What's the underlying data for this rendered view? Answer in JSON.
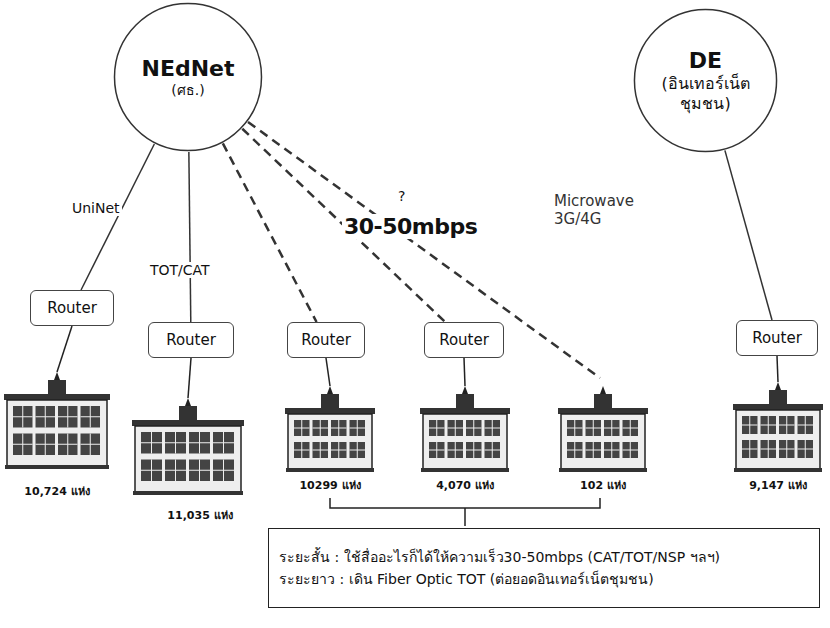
{
  "diagram": {
    "nodes": [
      {
        "text": [
          "NEdNet",
          "(ศธ.)"
        ]
      },
      {
        "text": [
          "DE",
          "(อินเทอร์เน็ต ชุมชน)"
        ]
      },
      {
        "text": [
          "Router"
        ]
      },
      {
        "text": [
          "Router"
        ]
      },
      {
        "text": [
          "Router"
        ]
      },
      {
        "text": [
          "Router"
        ]
      },
      {
        "text": [
          "Router"
        ]
      },
      {
        "text": [
          "ระยะสั้น : ใช้สื่ออะไรก็ได้ให้ความเร็ว30-50mbps (CAT/TOT/NSP ฯลฯ)",
          "ระยะยาว : เดิน Fiber Optic TOT (ต่อยอดอินเทอร์เน็ตชุมชน)"
        ]
      }
    ],
    "edges": [
      {
        "from": 0,
        "to": 2,
        "arrow": "none"
      },
      {
        "from": 0,
        "to": 3,
        "arrow": "none"
      },
      {
        "from": 0,
        "to": 4,
        "arrow": "none"
      },
      {
        "from": 0,
        "to": 5,
        "arrow": "none"
      },
      {
        "from": 1,
        "to": 6,
        "arrow": "none"
      }
    ],
    "labels": [
      "UniNet",
      "TOT/CAT",
      "?",
      "30-50mbps",
      "Microwave 3G/4G",
      "10,724 แห่ง",
      "11,035 แห่ง",
      "10299 แห่ง",
      "4,070 แห่ง",
      "102 แห่ง",
      "9,147 แห่ง"
    ]
  }
}
